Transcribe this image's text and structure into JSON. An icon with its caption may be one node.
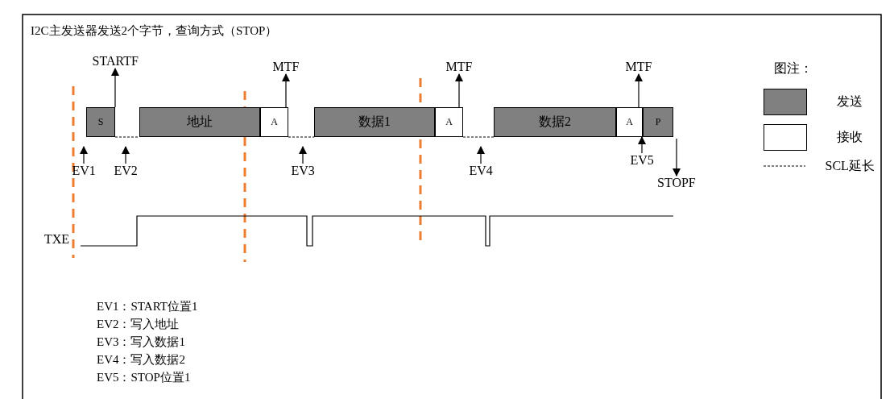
{
  "diagram": {
    "title": "I2C主发送器发送2个字节，查询方式（STOP）",
    "nodes": [
      {
        "text": [
          "STARTF"
        ]
      },
      {
        "text": [
          "MTF"
        ]
      },
      {
        "text": [
          "MTF"
        ]
      },
      {
        "text": [
          "MTF"
        ]
      },
      {
        "text": [
          "S"
        ]
      },
      {
        "text": [
          "地址"
        ]
      },
      {
        "text": [
          "A"
        ]
      },
      {
        "text": [
          "数据1"
        ]
      },
      {
        "text": [
          "A"
        ]
      },
      {
        "text": [
          "数据2"
        ]
      },
      {
        "text": [
          "A"
        ]
      },
      {
        "text": [
          "P"
        ]
      },
      {
        "text": [
          "EV1"
        ]
      },
      {
        "text": [
          "EV2"
        ]
      },
      {
        "text": [
          "EV3"
        ]
      },
      {
        "text": [
          "EV4"
        ]
      },
      {
        "text": [
          "EV5"
        ]
      },
      {
        "text": [
          "STOPF"
        ]
      }
    ],
    "edges": [
      {
        "from": 4,
        "to": 0,
        "arrow": "to"
      },
      {
        "from": 6,
        "to": 1,
        "arrow": "to"
      },
      {
        "from": 8,
        "to": 2,
        "arrow": "to"
      },
      {
        "from": 10,
        "to": 3,
        "arrow": "to"
      },
      {
        "from": 12,
        "to": null,
        "arrow": "to"
      },
      {
        "from": 13,
        "to": null,
        "arrow": "to"
      },
      {
        "from": 14,
        "to": null,
        "arrow": "to"
      },
      {
        "from": 15,
        "to": null,
        "arrow": "to"
      },
      {
        "from": 16,
        "to": 10,
        "arrow": "to"
      },
      {
        "from": 11,
        "to": 17,
        "arrow": "to"
      },
      {
        "from": 4,
        "to": 5,
        "arrow": "none",
        "style": "dashed"
      },
      {
        "from": 6,
        "to": 7,
        "arrow": "none",
        "style": "dashed"
      },
      {
        "from": 8,
        "to": 9,
        "arrow": "none",
        "style": "dashed"
      }
    ],
    "labels": [
      "图注：",
      "TXE",
      "EV1：START位置1",
      "EV2：写入地址",
      "EV3：写入数据1",
      "EV4：写入数据2",
      "EV5：STOP位置1"
    ],
    "legend": [
      {
        "text": "发送",
        "color": "#808080"
      },
      {
        "text": "接收",
        "color": "#ffffff"
      },
      {
        "text": "SCL延长"
      }
    ]
  }
}
